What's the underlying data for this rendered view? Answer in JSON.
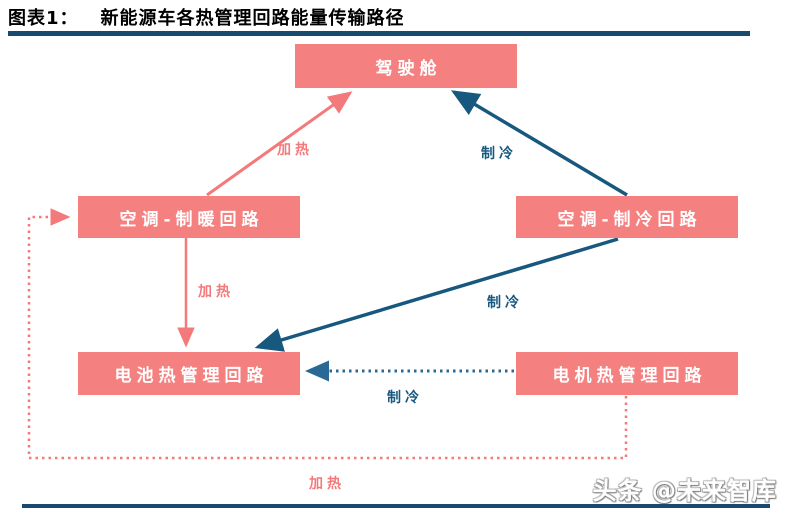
{
  "header": {
    "figure_label": "图表1：",
    "title": "新能源车各热管理回路能量传输路径"
  },
  "diagram": {
    "nodes": {
      "cockpit": {
        "label": "驾驶舱"
      },
      "ac_heating": {
        "label": "空调-制暖回路"
      },
      "ac_cooling": {
        "label": "空调-制冷回路"
      },
      "battery": {
        "label": "电池热管理回路"
      },
      "motor": {
        "label": "电机热管理回路"
      }
    },
    "edge_labels": {
      "heat_to_cockpit": "加热",
      "cool_to_cockpit": "制冷",
      "heat_to_battery": "加热",
      "cool_to_battery": "制冷",
      "motor_cool_to_battery": "制冷",
      "motor_heat_to_ac_heating": "加热"
    }
  },
  "watermark": "头条 @未来智库",
  "theme": {
    "pink": "#f4797b",
    "node_fill": "#f58080",
    "blue": "#17587f",
    "blue_dotted": "#2a6896",
    "rule": "#164a6e",
    "text_on_node": "#ffffff",
    "title_color": "#000000"
  }
}
